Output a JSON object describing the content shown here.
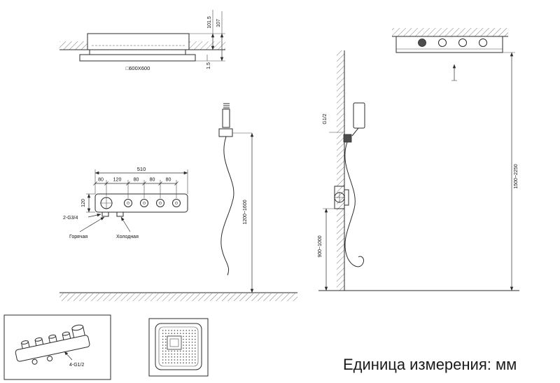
{
  "unit_label": "Единица измерения: мм",
  "front_view": {
    "head_depth": "101.5",
    "head_height": "107",
    "plate_reveal": "1.5",
    "head_size": "□600X600",
    "valve_total_width": "510",
    "valve_segments": [
      "80",
      "120",
      "80",
      "80",
      "80"
    ],
    "valve_height": "120",
    "inlet_thread": "2-G3/4",
    "hot_label": "Горячая",
    "cold_label": "Холодная",
    "valve_height_range": "1200~1600"
  },
  "side_view": {
    "hand_shower_thread": "G1/2",
    "head_height_range": "1500~2250",
    "valve_height_range": "900~1000"
  },
  "details": {
    "connection_thread": "4-G1/2"
  },
  "colors": {
    "line": "#2b2b2b",
    "background": "#ffffff"
  }
}
